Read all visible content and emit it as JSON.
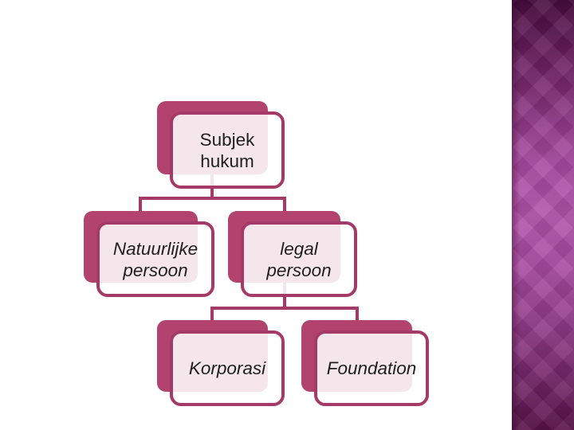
{
  "slide": {
    "background_color": "#ffffff",
    "accent_color": "#a53a68",
    "shadow_card_color": "#b2436f",
    "card_tint_color": "#f5e6ee",
    "text_color": "#1f1f1f"
  },
  "sidebar": {
    "top_color": "#470c3e",
    "middle_color": "#b254aa",
    "bottom_color": "#571248"
  },
  "diagram": {
    "type": "org-chart",
    "nodes": [
      {
        "id": "subjek-hukum",
        "label": "Subjek\nhukum",
        "parent": null,
        "italic": false
      },
      {
        "id": "natuurlijke-persoon",
        "label": "Natuurlijke\npersoon",
        "parent": "subjek-hukum",
        "italic": true
      },
      {
        "id": "legal-persoon",
        "label": "legal\npersoon",
        "parent": "subjek-hukum",
        "italic": true
      },
      {
        "id": "korporasi",
        "label": "Korporasi",
        "parent": "legal-persoon",
        "italic": true
      },
      {
        "id": "foundation",
        "label": "Foundation",
        "parent": "legal-persoon",
        "italic": true
      }
    ]
  }
}
